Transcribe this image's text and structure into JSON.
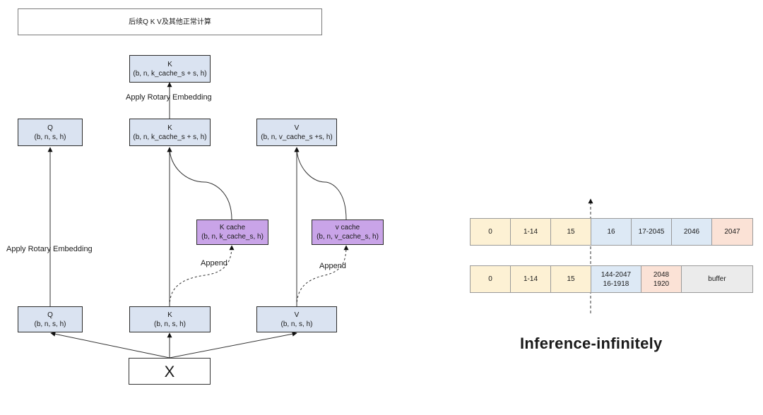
{
  "diagram": {
    "top_box": "后续Q K V及其他正常计算",
    "k_rotated": {
      "title": "K",
      "shape": "(b, n, k_cache_s + s, h)"
    },
    "q_top": {
      "title": "Q",
      "shape": "(b, n, s, h)"
    },
    "k_concat": {
      "title": "K",
      "shape": "(b, n, k_cache_s + s, h)"
    },
    "v_concat": {
      "title": "V",
      "shape": "(b, n, v_cache_s +s, h)"
    },
    "k_cache": {
      "title": "K cache",
      "shape": "(b, n, k_cache_s, h)"
    },
    "v_cache": {
      "title": "v cache",
      "shape": "(b, n, v_cache_s, h)"
    },
    "q_bottom": {
      "title": "Q",
      "shape": "(b, n, s, h)"
    },
    "k_bottom": {
      "title": "K",
      "shape": "(b, n, s, h)"
    },
    "v_bottom": {
      "title": "V",
      "shape": "(b, n, s, h)"
    },
    "x_input": "X",
    "labels": {
      "rotary_k": "Apply Rotary Embedding",
      "rotary_q": "Apply Rotary Embedding",
      "append_k": "Append",
      "append_v": "Append"
    }
  },
  "sequence": {
    "row1": [
      "0",
      "1-14",
      "15",
      "16",
      "17-2045",
      "2046",
      "2047"
    ],
    "row2": [
      {
        "line1": "0",
        "line2": ""
      },
      {
        "line1": "1-14",
        "line2": ""
      },
      {
        "line1": "15",
        "line2": ""
      },
      {
        "line1": "144-2047",
        "line2": "16-1918"
      },
      {
        "line1": "2048",
        "line2": "1920"
      },
      {
        "line1": "buffer",
        "line2": ""
      }
    ],
    "title": "Inference-infinitely"
  },
  "colors": {
    "node_blue": "#dae3f1",
    "node_purple": "#c9a4e8",
    "cell_yellow": "#fdf1d4",
    "cell_blue": "#dde9f5",
    "cell_red": "#fbe2d6",
    "cell_grey": "#ebebeb"
  }
}
